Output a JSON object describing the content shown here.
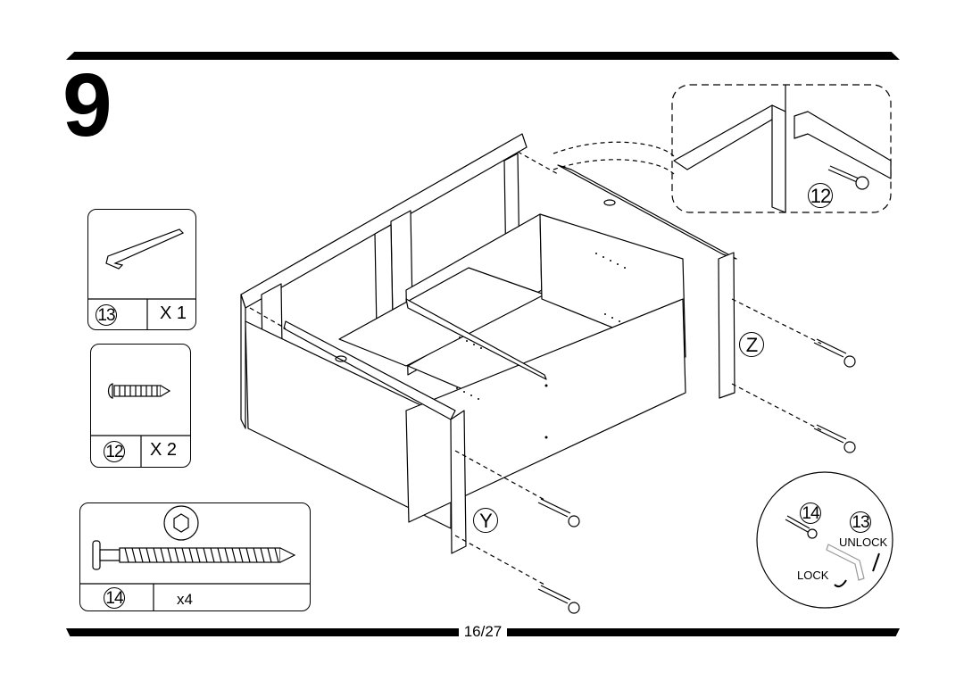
{
  "step": {
    "number": "9"
  },
  "page": {
    "indicator": "16/27"
  },
  "parts": [
    {
      "id": "13",
      "quantity": "X 1",
      "icon": "allen-key-icon"
    },
    {
      "id": "12",
      "quantity": "X 2",
      "icon": "short-screw-icon"
    },
    {
      "id": "14",
      "quantity": "x4",
      "icon": "long-screw-icon"
    }
  ],
  "detail": {
    "part_label": "12"
  },
  "callouts": {
    "z_label": "Z",
    "y_label": "Y"
  },
  "lock_detail": {
    "screw_label": "14",
    "key_label": "13",
    "unlock_label": "UNLOCK",
    "lock_label": "LOCK"
  }
}
